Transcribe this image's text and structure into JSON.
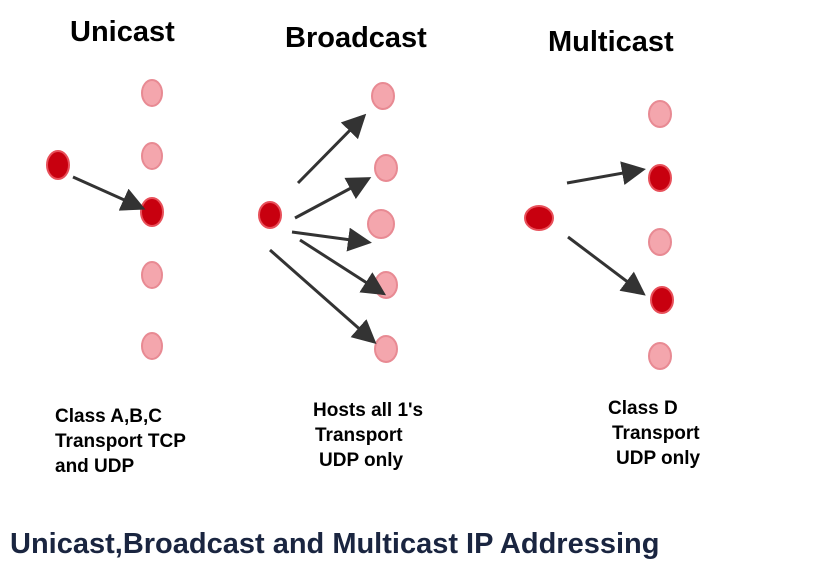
{
  "colors": {
    "active": "#c8000f",
    "inactive": "#f4a6ad",
    "arrow": "#333333",
    "title": "#1a2540"
  },
  "sections": [
    {
      "heading": "Unicast",
      "lines": [
        "Class A,B,C",
        "Transport TCP",
        "and UDP"
      ]
    },
    {
      "heading": "Broadcast",
      "lines": [
        "Hosts all 1's",
        "Transport",
        "UDP only"
      ]
    },
    {
      "heading": "Multicast",
      "lines": [
        "Class D",
        "Transport",
        "UDP only"
      ]
    }
  ],
  "caption": "Unicast,Broadcast and Multicast IP Addressing"
}
